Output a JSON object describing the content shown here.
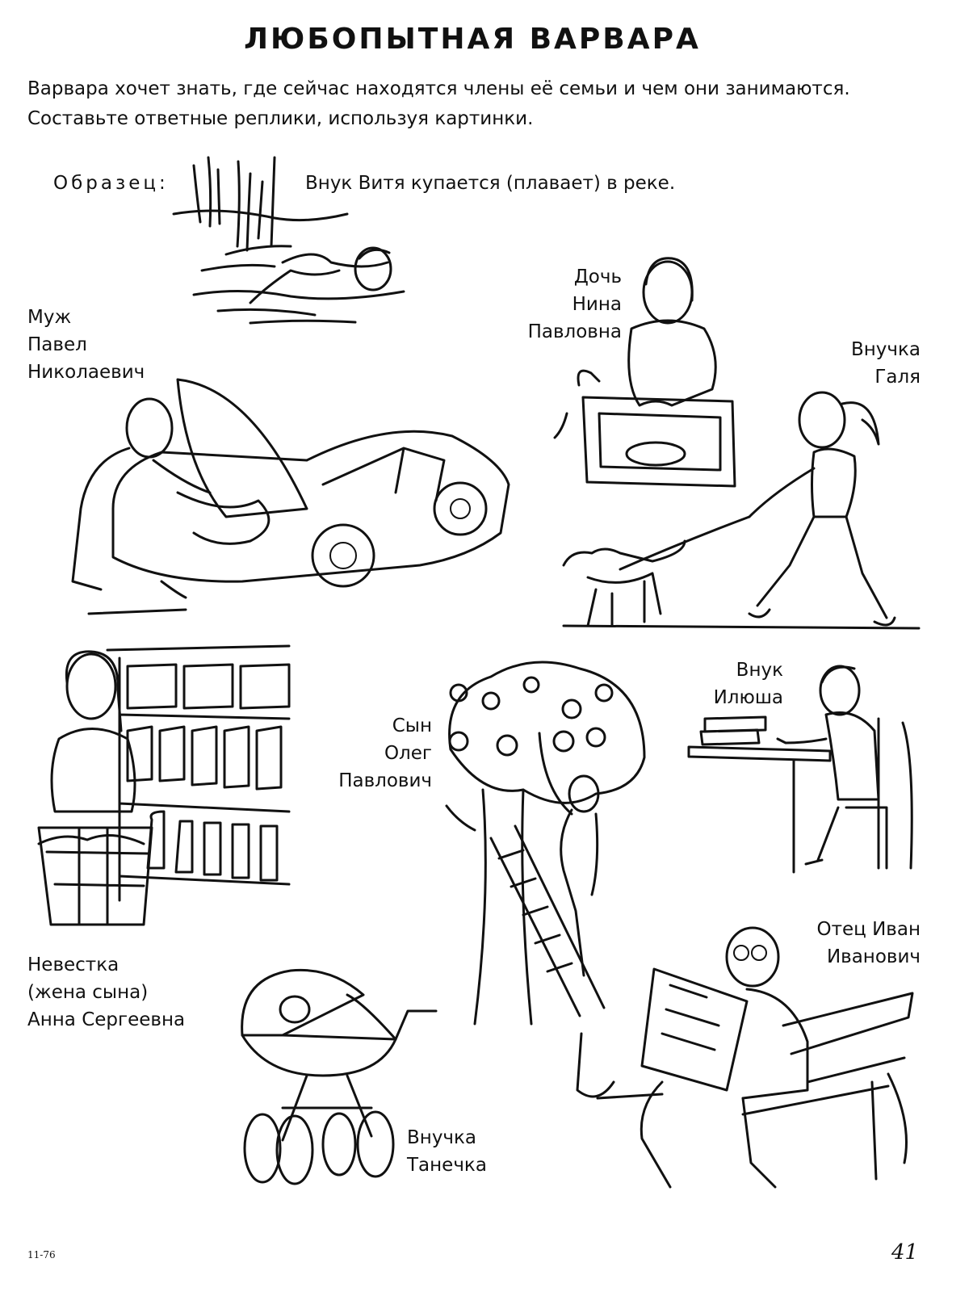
{
  "page": {
    "title": "ЛЮБОПЫТНАЯ ВАРВАРА",
    "intro_line1": "Варвара хочет знать, где сейчас находятся члены её семьи и чем они занимаются.",
    "intro_line2": "Составьте ответные реплики, используя картинки.",
    "sample_label": "Образец:",
    "sample_text": "Внук Витя купается (плавает) в реке.",
    "footer_code": "11-76",
    "page_number": "41"
  },
  "people": {
    "husband": [
      "Муж",
      "Павел",
      "Николаевич"
    ],
    "daughter": [
      "Дочь",
      "Нина",
      "Павловна"
    ],
    "granddaughter_galya": [
      "Внучка",
      "Галя"
    ],
    "grandson_ilyusha": [
      "Внук",
      "Илюша"
    ],
    "son": [
      "Сын",
      "Олег",
      "Павлович"
    ],
    "daughter_in_law": [
      "Невестка",
      "(жена сына)",
      "Анна Сергеевна"
    ],
    "father": [
      "Отец Иван",
      "Иванович"
    ],
    "granddaughter_tanechka": [
      "Внучка",
      "Танечка"
    ]
  },
  "icons": {
    "swimming": "swimming-boy-illustration",
    "car": "car-repair-illustration",
    "dishes": "washing-dishes-illustration",
    "dog_walk": "girl-walking-dog-illustration",
    "shop": "supermarket-shelves-illustration",
    "apple_tree": "apple-tree-ladder-illustration",
    "homework": "boy-writing-desk-illustration",
    "pram": "baby-pram-illustration",
    "bench": "grandfather-newspaper-bench-illustration"
  }
}
